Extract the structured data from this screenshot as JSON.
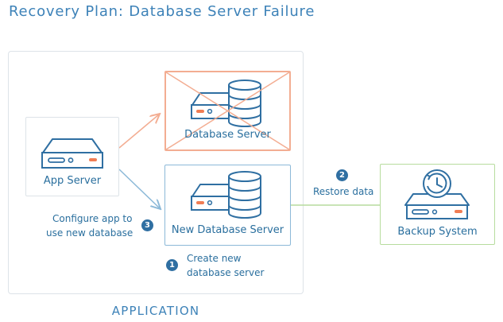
{
  "title": "Recovery Plan: Database Server Failure",
  "application_label": "APPLICATION",
  "nodes": {
    "app_server": "App Server",
    "database_server": "Database Server",
    "new_database_server": "New Database Server",
    "backup_system": "Backup System"
  },
  "steps": [
    {
      "number": "1",
      "text_line1": "Create new",
      "text_line2": "database server"
    },
    {
      "number": "2",
      "text_line1": "Restore data"
    },
    {
      "number": "3",
      "text_line1": "Configure app to",
      "text_line2": "use new database"
    }
  ],
  "colors": {
    "failed": "#f3ad92",
    "primary": "#2f6fa2",
    "restore": "#b7dc9e",
    "new": "#8cb9d8",
    "accent": "#f07d54"
  },
  "icons": {
    "app_server": "server-icon",
    "database": "database-server-icon",
    "backup": "backup-clock-server-icon",
    "failed_mark": "x-cross-icon"
  }
}
